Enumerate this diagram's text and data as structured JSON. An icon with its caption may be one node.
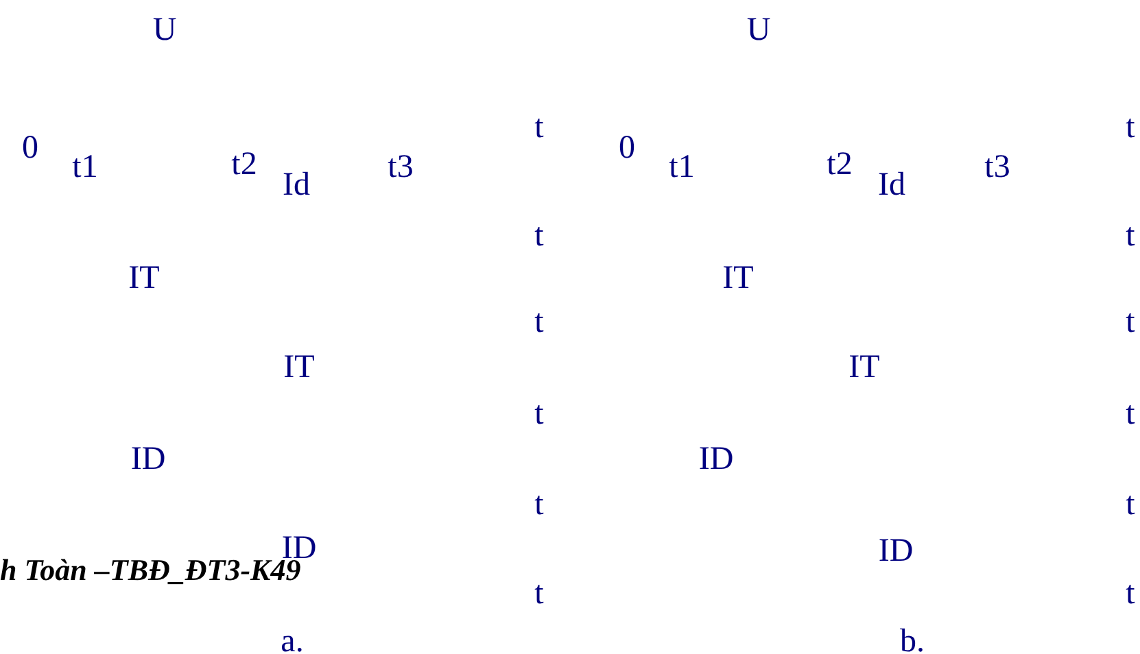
{
  "diagram": {
    "labels": [
      "U",
      "U",
      "t",
      "t",
      "0",
      "t1",
      "t2",
      "t3",
      "Id",
      "0",
      "t1",
      "t2",
      "t3",
      "Id",
      "t",
      "t",
      "IT",
      "IT",
      "t",
      "t",
      "IT",
      "IT",
      "t",
      "t",
      "ID",
      "ID",
      "t",
      "t",
      "ID",
      "ID",
      "h Toàn –TBĐ_ĐT3-K49",
      "t",
      "t",
      "a.",
      "b."
    ]
  }
}
